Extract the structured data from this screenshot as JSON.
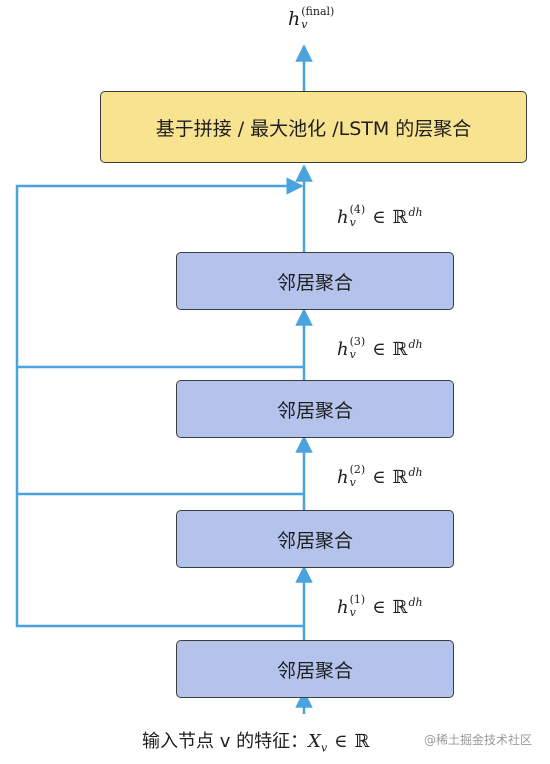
{
  "top_box": {
    "label": "基于拼接 / 最大池化 /LSTM 的层聚合"
  },
  "output": {
    "base": "h",
    "sup": "(final)",
    "sub": "v"
  },
  "layers": [
    {
      "label": "邻居聚合"
    },
    {
      "label": "邻居聚合"
    },
    {
      "label": "邻居聚合"
    },
    {
      "label": "邻居聚合"
    }
  ],
  "hidden_labels": [
    {
      "base": "h",
      "sup": "(1)",
      "sub": "v",
      "op": "∈",
      "space": "ℝ",
      "exp": "dh"
    },
    {
      "base": "h",
      "sup": "(2)",
      "sub": "v",
      "op": "∈",
      "space": "ℝ",
      "exp": "dh"
    },
    {
      "base": "h",
      "sup": "(3)",
      "sub": "v",
      "op": "∈",
      "space": "ℝ",
      "exp": "dh"
    },
    {
      "base": "h",
      "sup": "(4)",
      "sub": "v",
      "op": "∈",
      "space": "ℝ",
      "exp": "dh"
    }
  ],
  "input": {
    "text": "输入节点 v 的特征：",
    "var": "X",
    "sub": "v",
    "op": "∈",
    "space": "ℝ"
  },
  "watermark": "@稀土掘金技术社区",
  "colors": {
    "arrow": "#4aa3df",
    "agg_box": "#b4c3eb",
    "top_box": "#f8e391"
  }
}
